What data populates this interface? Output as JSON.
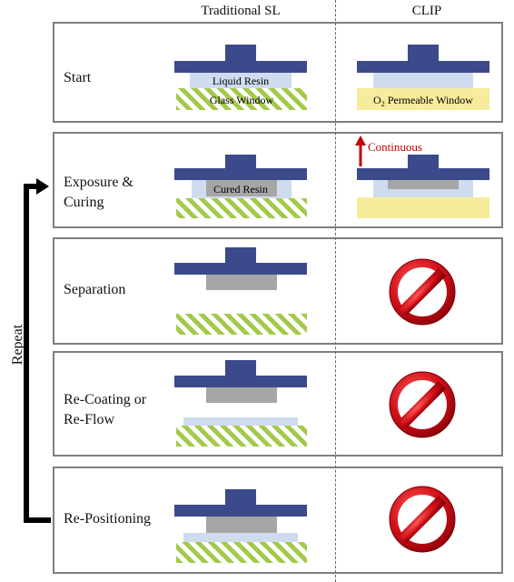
{
  "headers": {
    "left": "Traditional SL",
    "right": "CLIP"
  },
  "repeat_label": "Repeat",
  "rows": [
    {
      "label": "Start",
      "sl_top_text": "Liquid Resin",
      "sl_bottom_text": "Glass Window",
      "clip_bottom_text_prefix": "O",
      "clip_bottom_text_sub": "2",
      "clip_bottom_text_suffix": " Permeable Window"
    },
    {
      "label_line1": "Exposure &",
      "label_line2": "Curing",
      "sl_text": "Cured Resin",
      "clip_arrow_text": "Continuous"
    },
    {
      "label": "Separation"
    },
    {
      "label_line1": "Re-Coating or",
      "label_line2": "Re-Flow"
    },
    {
      "label": "Re-Positioning"
    }
  ],
  "colors": {
    "platform": "#3b4a8a",
    "resin": "#cfdcef",
    "cured": "#a6a6a6",
    "glass": "#a3c94a",
    "o2_window": "#f7ec9b",
    "arrow": "#c00000",
    "prohibit": "#c8161d"
  },
  "icons": [
    "repeat-arrow-icon",
    "up-arrow-icon",
    "prohibited-icon"
  ]
}
